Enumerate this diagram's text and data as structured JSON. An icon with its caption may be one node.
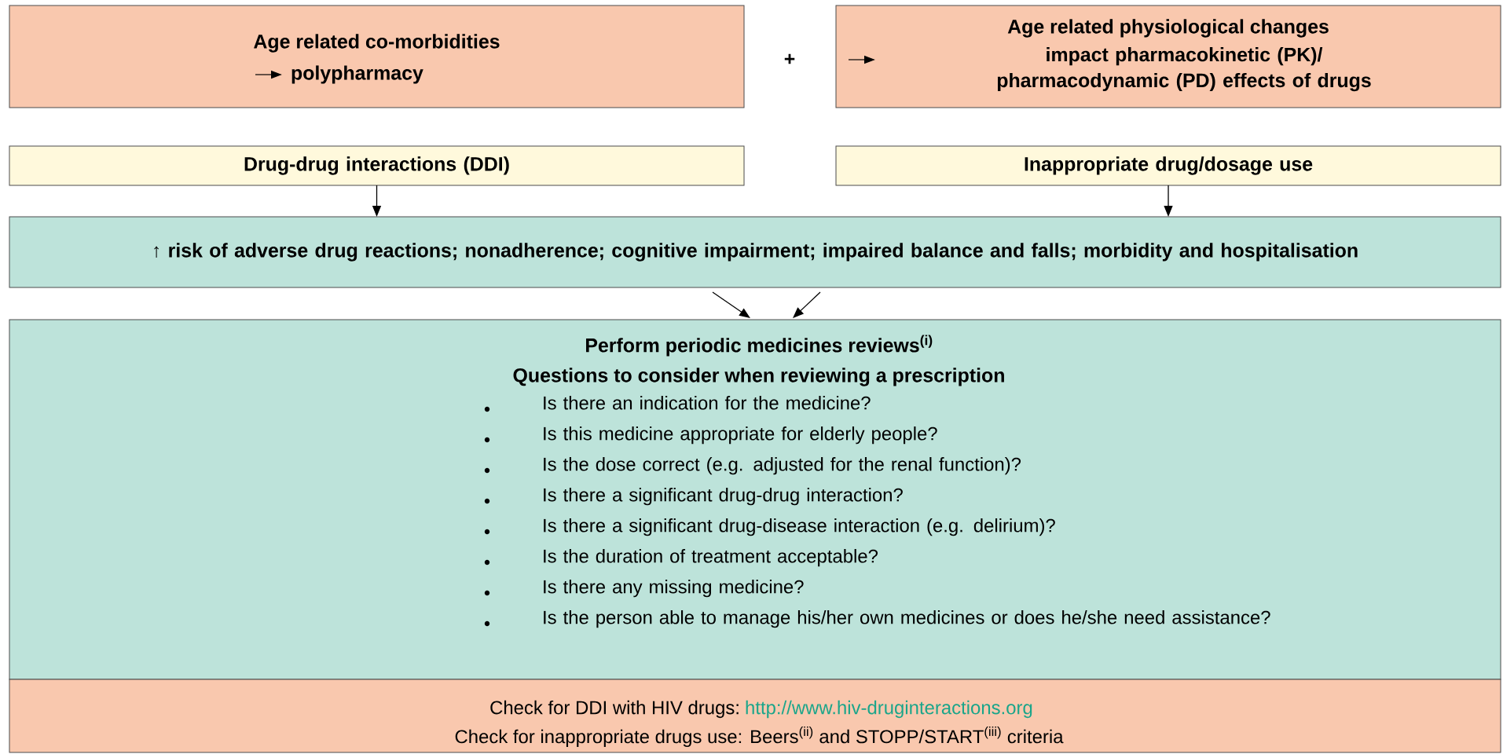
{
  "diagram": {
    "nodes": [
      {
        "text": [
          "Age related co-morbidities",
          "polypharmacy"
        ]
      },
      {
        "text": [
          "Age related physiological changes",
          "impact pharmacokinetic (PK)/ pharmacodynamic (PD) effects of drugs"
        ]
      },
      {
        "text": [
          "Drug-drug interactions (DDI)"
        ]
      },
      {
        "text": [
          "Inappropriate drug/dosage use"
        ]
      },
      {
        "text": [
          "↑ risk of adverse drug reactions; nonadherence; cognitive impairment; impaired balance and falls; morbidity and hospitalisation"
        ]
      },
      {
        "text": [
          "Perform periodic medicines reviews$^{(i)}$",
          "Questions to consider when reviewing a prescription",
          "Is there an indication for the medicine?",
          "Is this medicine appropriate for elderly people?",
          "Is the dose correct (e.g. adjusted for the renal function)?",
          "Is there a significant drug-drug interaction?",
          "Is there a significant drug-disease interaction (e.g. delirium)?",
          "Is the duration of treatment acceptable?",
          "Is there any missing medicine?",
          "Is the person able to manage his/her own medicines or does he/she need assistance?"
        ]
      },
      {
        "text": [
          "Check for DDI with HIV drugs:",
          "http://www.hiv-druginteractions.org",
          "Check for inappropriate drugs use: Beers$^{(ii)}$ and STOPP/START$^{(iii)}$ criteria"
        ]
      }
    ],
    "edges": [
      {
        "from": 2,
        "to": 4,
        "arrow": "to"
      },
      {
        "from": 3,
        "to": 4,
        "arrow": "to"
      },
      {
        "from": 4,
        "to": 5,
        "arrow": "to"
      },
      {
        "from": 4,
        "to": 5,
        "arrow": "to"
      }
    ],
    "labels": [
      "+"
    ]
  }
}
